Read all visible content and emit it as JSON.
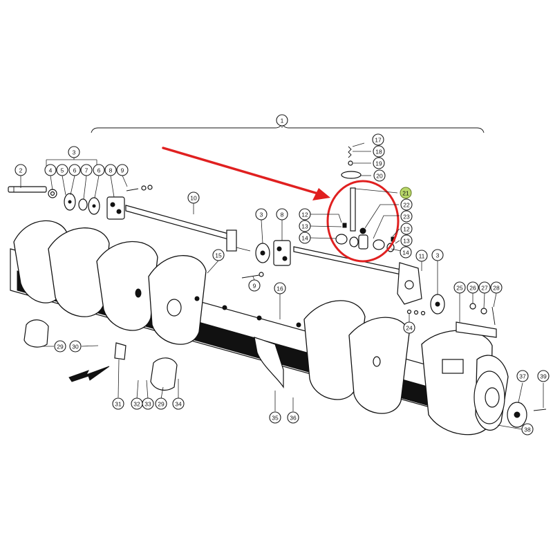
{
  "diagram": {
    "callouts": [
      {
        "label": "1"
      },
      {
        "label": "2"
      },
      {
        "label": "3"
      },
      {
        "label": "4"
      },
      {
        "label": "5"
      },
      {
        "label": "6"
      },
      {
        "label": "7"
      },
      {
        "label": "6"
      },
      {
        "label": "8"
      },
      {
        "label": "9"
      },
      {
        "label": "10"
      },
      {
        "label": "17"
      },
      {
        "label": "18"
      },
      {
        "label": "19"
      },
      {
        "label": "20"
      },
      {
        "label": "21"
      },
      {
        "label": "22"
      },
      {
        "label": "23"
      },
      {
        "label": "12"
      },
      {
        "label": "13"
      },
      {
        "label": "12"
      },
      {
        "label": "13"
      },
      {
        "label": "14"
      },
      {
        "label": "14"
      },
      {
        "label": "3"
      },
      {
        "label": "8"
      },
      {
        "label": "9"
      },
      {
        "label": "15"
      },
      {
        "label": "16"
      },
      {
        "label": "11"
      },
      {
        "label": "3"
      },
      {
        "label": "24"
      },
      {
        "label": "25"
      },
      {
        "label": "26"
      },
      {
        "label": "27"
      },
      {
        "label": "28"
      },
      {
        "label": "29"
      },
      {
        "label": "30"
      },
      {
        "label": "31"
      },
      {
        "label": "32"
      },
      {
        "label": "33"
      },
      {
        "label": "29"
      },
      {
        "label": "34"
      },
      {
        "label": "35"
      },
      {
        "label": "36"
      },
      {
        "label": "37"
      },
      {
        "label": "39"
      },
      {
        "label": "38"
      }
    ],
    "highlight_color": "#b9d86a",
    "arrow_color": "#e02020",
    "circle_color": "#e02020"
  }
}
